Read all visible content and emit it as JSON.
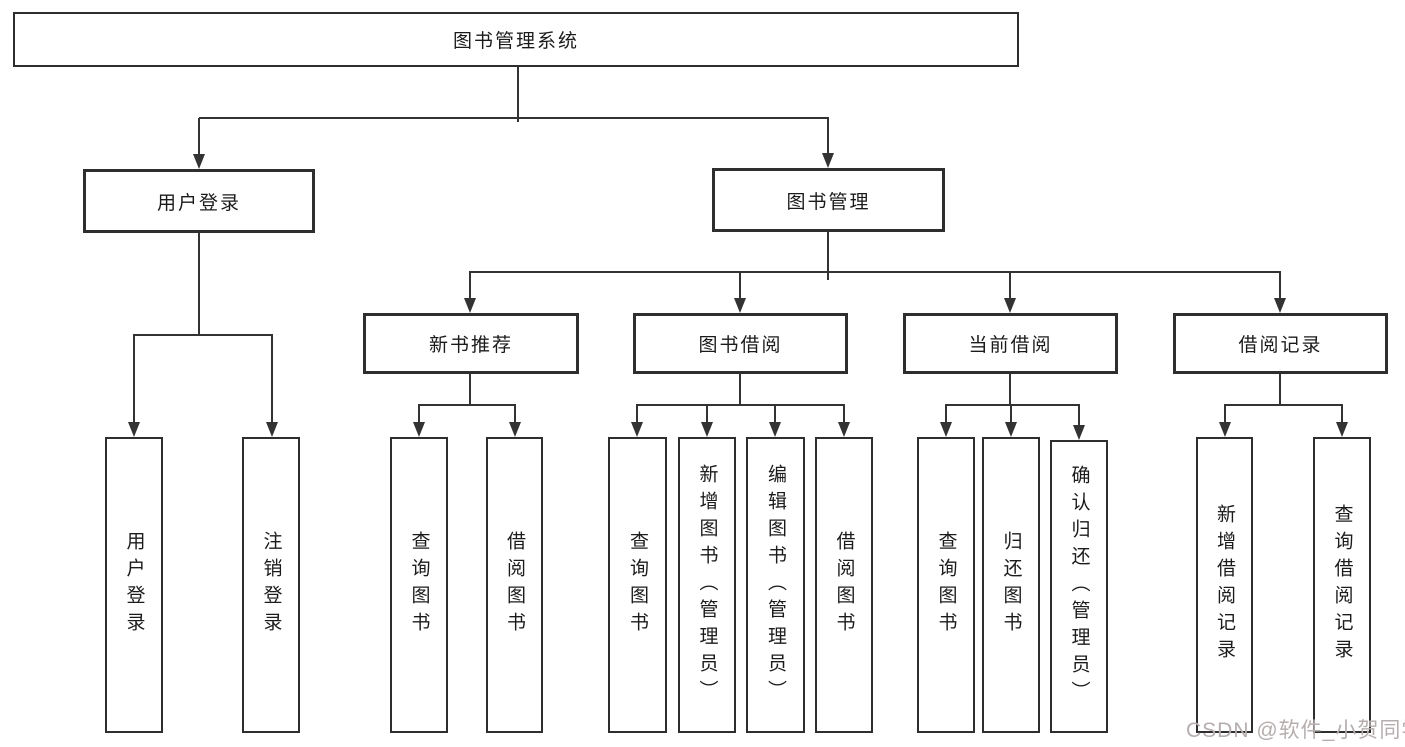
{
  "diagram": {
    "type": "hierarchy-tree",
    "title": "图书管理系统",
    "nodes": {
      "root": "图书管理系统",
      "user_login": "用户登录",
      "book_mgmt": "图书管理",
      "new_book_rec": "新书推荐",
      "book_borrow": "图书借阅",
      "current_borrow": "当前借阅",
      "borrow_record": "借阅记录",
      "leaf_user_login": "用户登录",
      "leaf_logout": "注销登录",
      "rec_query": "查询图书",
      "rec_borrow": "借阅图书",
      "bb_query": "查询图书",
      "bb_add": "新增图书（管理员）",
      "bb_edit": "编辑图书（管理员）",
      "bb_borrow": "借阅图书",
      "cb_query": "查询图书",
      "cb_return": "归还图书",
      "cb_confirm": "确认归还（管理员）",
      "br_add": "新增借阅记录",
      "br_query": "查询借阅记录"
    },
    "edges": [
      [
        "图书管理系统",
        "用户登录"
      ],
      [
        "图书管理系统",
        "图书管理"
      ],
      [
        "用户登录",
        "用户登录"
      ],
      [
        "用户登录",
        "注销登录"
      ],
      [
        "图书管理",
        "新书推荐"
      ],
      [
        "图书管理",
        "图书借阅"
      ],
      [
        "图书管理",
        "当前借阅"
      ],
      [
        "图书管理",
        "借阅记录"
      ],
      [
        "新书推荐",
        "查询图书"
      ],
      [
        "新书推荐",
        "借阅图书"
      ],
      [
        "图书借阅",
        "查询图书"
      ],
      [
        "图书借阅",
        "新增图书（管理员）"
      ],
      [
        "图书借阅",
        "编辑图书（管理员）"
      ],
      [
        "图书借阅",
        "借阅图书"
      ],
      [
        "当前借阅",
        "查询图书"
      ],
      [
        "当前借阅",
        "归还图书"
      ],
      [
        "当前借阅",
        "确认归还（管理员）"
      ],
      [
        "借阅记录",
        "新增借阅记录"
      ],
      [
        "借阅记录",
        "查询借阅记录"
      ]
    ],
    "colors": {
      "line": "#333333",
      "box_border": "#2e2e2e",
      "box_fill": "#ffffff",
      "text": "#1b1b1b",
      "watermark": "#b6aeae",
      "background": "#ffffff"
    }
  },
  "watermark": "CSDN @软件_小贺同学"
}
